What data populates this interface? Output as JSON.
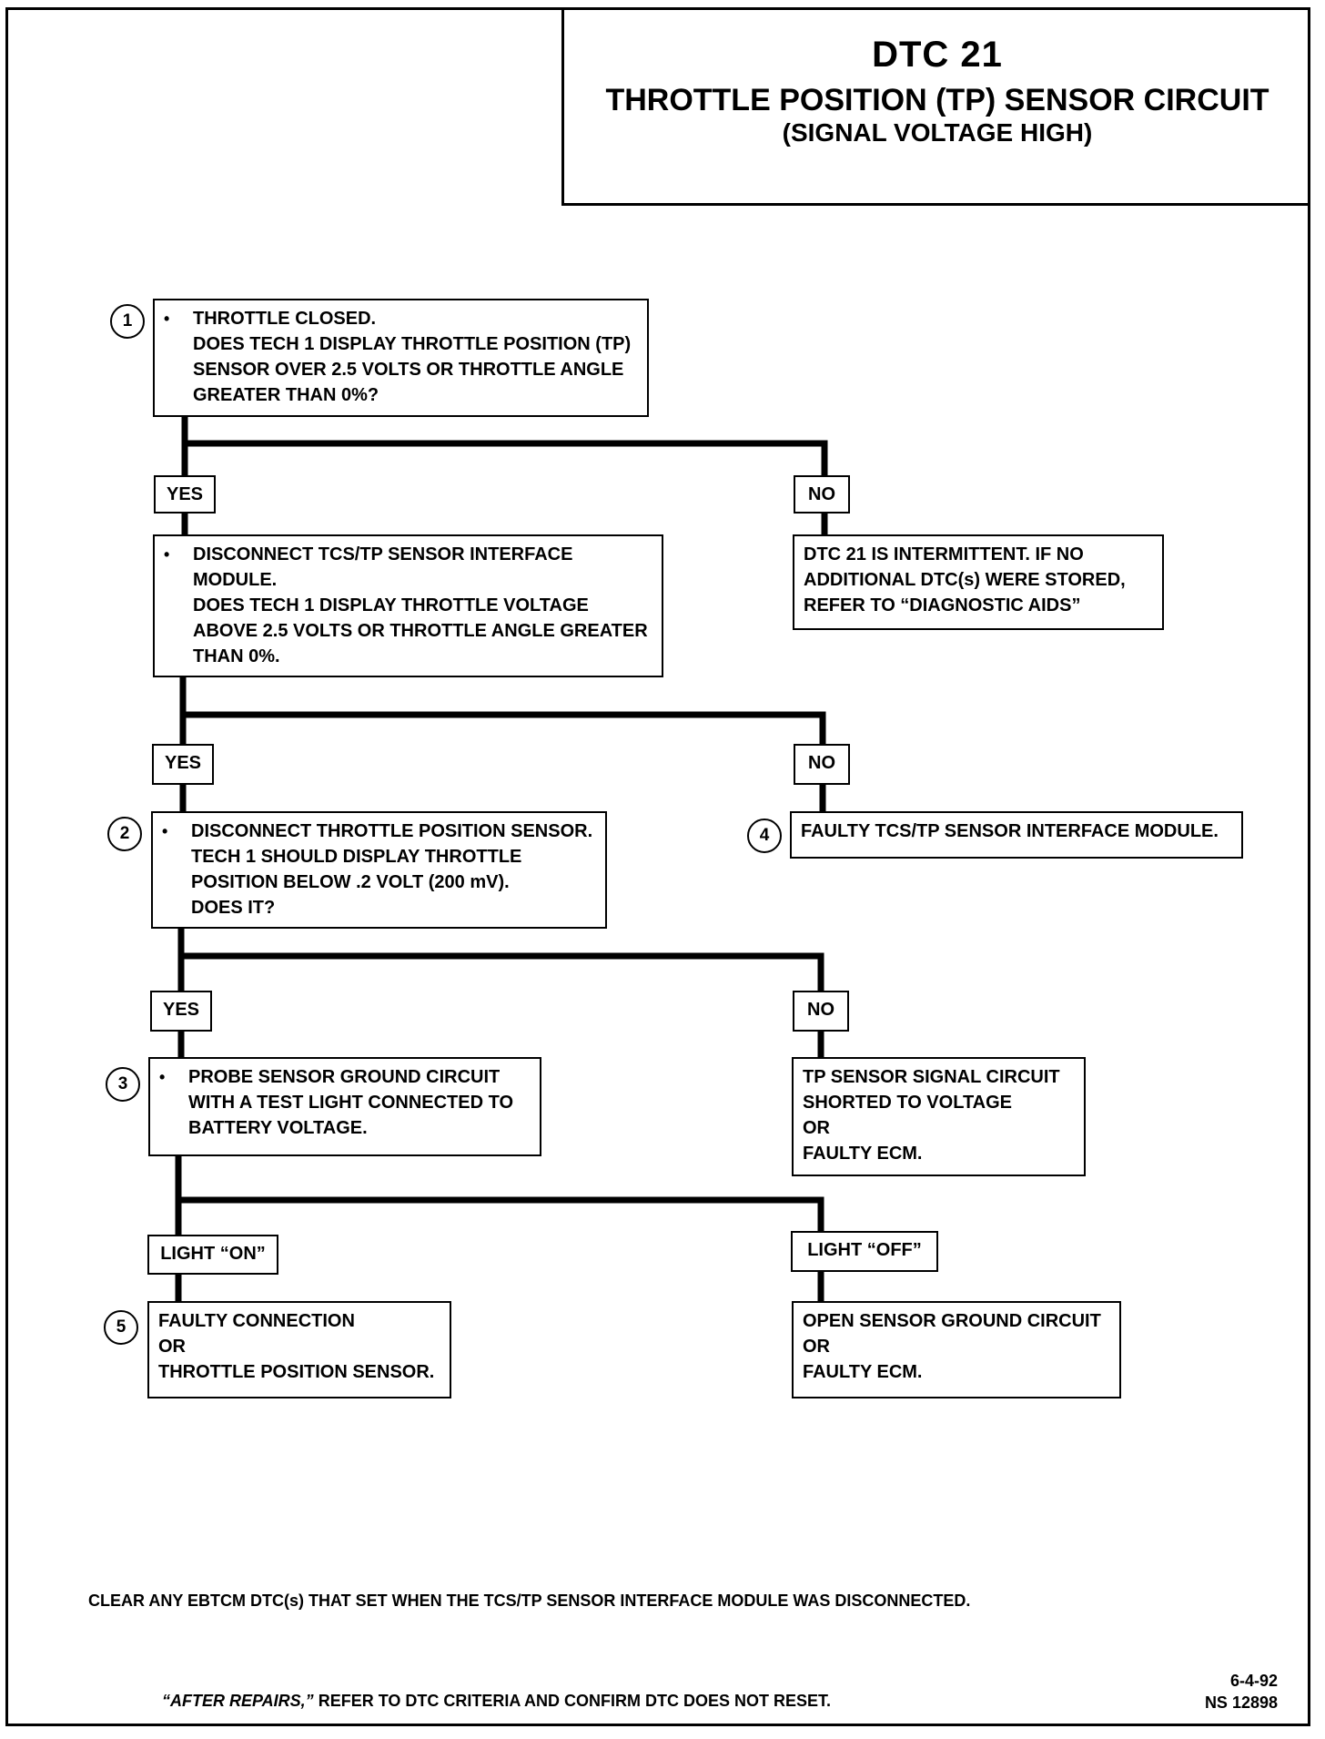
{
  "header": {
    "code": "DTC 21",
    "title": "THROTTLE POSITION (TP) SENSOR CIRCUIT",
    "subtitle": "(SIGNAL VOLTAGE HIGH)"
  },
  "steps": {
    "s1": {
      "number": "1",
      "bullet": "•",
      "lines": [
        "THROTTLE CLOSED.",
        "DOES TECH 1 DISPLAY THROTTLE POSITION (TP)",
        "SENSOR OVER 2.5 VOLTS OR THROTTLE ANGLE",
        "GREATER THAN 0%?"
      ]
    },
    "s1_no": {
      "lines": [
        "DTC 21 IS INTERMITTENT.  IF NO",
        "ADDITIONAL DTC(s) WERE STORED,",
        "REFER TO “DIAGNOSTIC AIDS”"
      ]
    },
    "s1b": {
      "bullet": "•",
      "lines": [
        "DISCONNECT TCS/TP SENSOR INTERFACE",
        "MODULE.",
        "DOES TECH 1 DISPLAY THROTTLE VOLTAGE",
        "ABOVE 2.5 VOLTS OR THROTTLE ANGLE GREATER",
        "THAN 0%."
      ]
    },
    "s2": {
      "number": "2",
      "bullet": "•",
      "lines": [
        "DISCONNECT THROTTLE POSITION SENSOR.",
        "TECH 1 SHOULD DISPLAY THROTTLE",
        "POSITION BELOW .2 VOLT (200 mV).",
        "DOES IT?"
      ]
    },
    "s4": {
      "number": "4",
      "lines": [
        "FAULTY TCS/TP SENSOR INTERFACE MODULE."
      ]
    },
    "s3": {
      "number": "3",
      "bullet": "•",
      "lines": [
        "PROBE SENSOR GROUND CIRCUIT",
        "WITH A TEST LIGHT CONNECTED TO",
        "BATTERY VOLTAGE."
      ]
    },
    "s3_no": {
      "lines": [
        "TP SENSOR SIGNAL CIRCUIT",
        "SHORTED TO VOLTAGE",
        "OR",
        "FAULTY ECM."
      ]
    },
    "s5": {
      "number": "5",
      "lines": [
        "FAULTY CONNECTION",
        "OR",
        "THROTTLE POSITION SENSOR."
      ]
    },
    "s5_off": {
      "lines": [
        "OPEN SENSOR GROUND CIRCUIT",
        "OR",
        "FAULTY ECM."
      ]
    }
  },
  "branch_labels": {
    "yes": "YES",
    "no": "NO",
    "light_on": "LIGHT “ON”",
    "light_off": "LIGHT “OFF”"
  },
  "notes": {
    "clear": "CLEAR ANY EBTCM DTC(s) THAT SET WHEN THE TCS/TP SENSOR INTERFACE MODULE WAS DISCONNECTED.",
    "after_em": "“AFTER REPAIRS,”",
    "after_rest": " REFER TO DTC CRITERIA  AND CONFIRM DTC DOES NOT RESET.",
    "date": "6-4-92",
    "code": "NS 12898"
  }
}
